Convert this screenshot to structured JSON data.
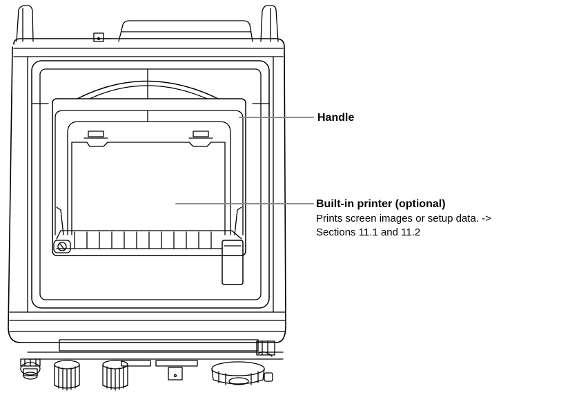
{
  "callouts": {
    "handle": {
      "title": "Handle"
    },
    "printer": {
      "title": "Built-in printer (optional)",
      "description_line1": "Prints screen images or setup data. ->",
      "description_line2": "Sections 11.1 and 11.2"
    }
  },
  "colors": {
    "outline": "#000000",
    "leader": "#8c8c8c",
    "background": "#ffffff"
  }
}
